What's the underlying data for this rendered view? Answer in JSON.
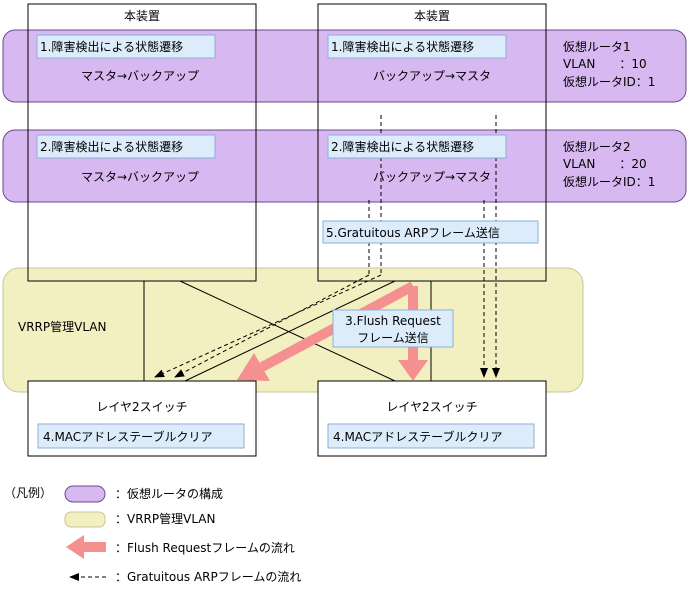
{
  "colors": {
    "vrouter_fill": "#d8b8f0",
    "vrouter_stroke": "#6a4a8a",
    "vlan_fill": "#f2efc0",
    "vlan_stroke": "#c8c49a",
    "label_fill": "#dcecfb",
    "label_stroke": "#8ab0d8",
    "flush_arrow": "#f59090"
  },
  "device_left": {
    "title": "本装置"
  },
  "device_right": {
    "title": "本装置"
  },
  "vrouter1": {
    "left_step": "1.障害検出による状態遷移",
    "left_state": "マスタ→バックアップ",
    "right_step": "1.障害検出による状態遷移",
    "right_state": "バックアップ→マスタ",
    "info_name": "仮想ルータ1",
    "info_vlan": "VLAN　　：10",
    "info_id": "仮想ルータID：1"
  },
  "vrouter2": {
    "left_step": "2.障害検出による状態遷移",
    "left_state": "マスタ→バックアップ",
    "right_step": "2.障害検出による状態遷移",
    "right_state": "バックアップ→マスタ",
    "info_name": "仮想ルータ2",
    "info_vlan": "VLAN　　：20",
    "info_id": "仮想ルータID：1"
  },
  "gratuitous_label": "5.Gratuitous ARPフレーム送信",
  "vlan_label": "VRRP管理VLAN",
  "flush_label_1": "3.Flush Request",
  "flush_label_2": "フレーム送信",
  "switch_left": {
    "title": "レイヤ2スイッチ",
    "step": "4.MACアドレステーブルクリア"
  },
  "switch_right": {
    "title": "レイヤ2スイッチ",
    "step": "4.MACアドレステーブルクリア"
  },
  "legend": {
    "heading": "（凡例）",
    "vrouter": "：仮想ルータの構成",
    "vlan": "：VRRP管理VLAN",
    "flush": "：Flush Requestフレームの流れ",
    "garp": "：Gratuitous ARPフレームの流れ"
  }
}
